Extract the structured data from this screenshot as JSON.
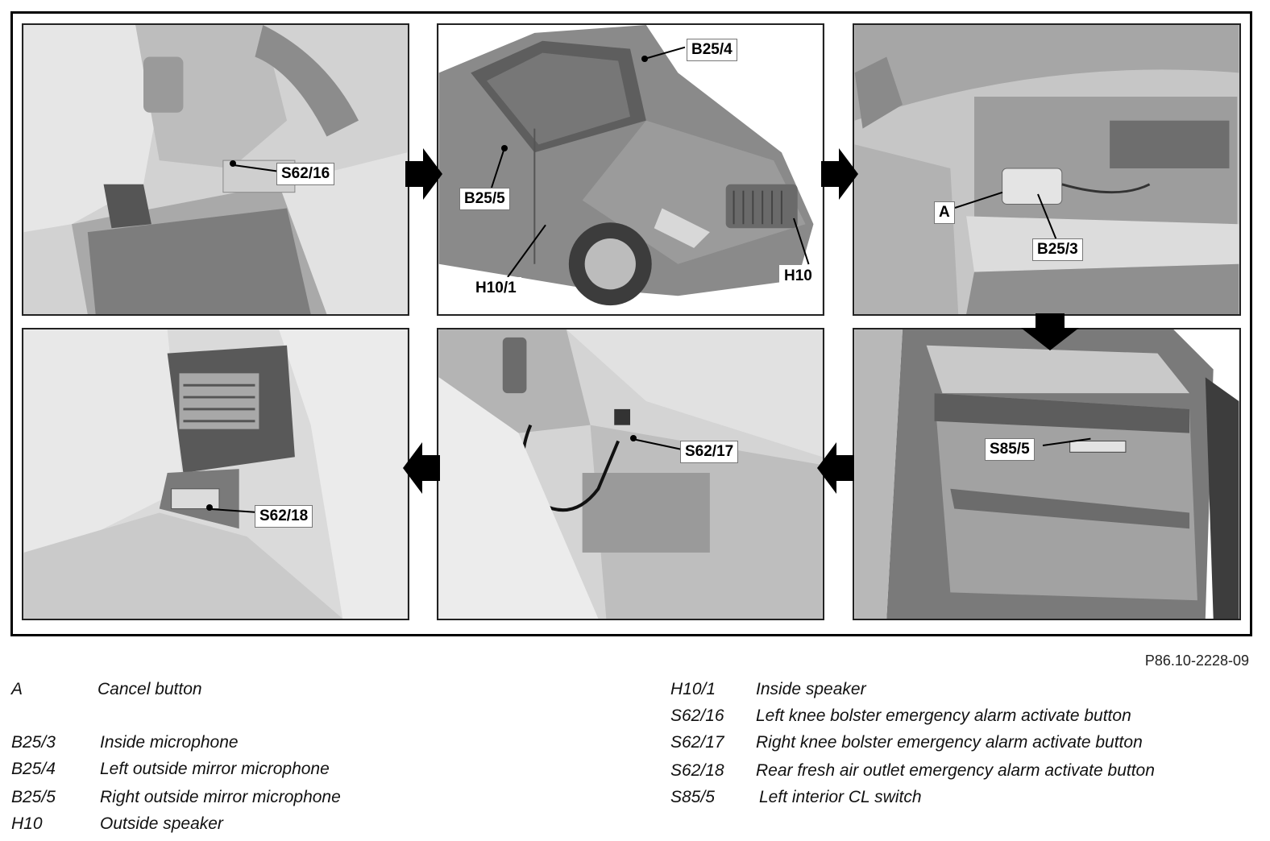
{
  "callouts": {
    "s62_16": "S62/16",
    "b25_4": "B25/4",
    "b25_5": "B25/5",
    "h10_1": "H10/1",
    "h10": "H10",
    "a": "A",
    "b25_3": "B25/3",
    "s85_5": "S85/5",
    "s62_17": "S62/17",
    "s62_18": "S62/18"
  },
  "figure_id": "P86.10-2228-09",
  "legend_left": [
    {
      "code": "A",
      "desc": "Cancel button"
    },
    {
      "code": "B25/3",
      "desc": "Inside microphone"
    },
    {
      "code": "B25/4",
      "desc": "Left outside mirror microphone"
    },
    {
      "code": "B25/5",
      "desc": "Right outside mirror microphone"
    },
    {
      "code": "H10",
      "desc": "Outside speaker"
    }
  ],
  "legend_right": [
    {
      "code": "H10/1",
      "desc": "Inside speaker"
    },
    {
      "code": "S62/16",
      "desc": "Left knee bolster emergency alarm activate button"
    },
    {
      "code": "S62/17",
      "desc": "Right knee bolster emergency alarm activate button"
    },
    {
      "code": "S62/18",
      "desc": "Rear fresh air outlet emergency alarm activate button"
    },
    {
      "code": "S85/5",
      "desc": "Left interior CL switch"
    }
  ]
}
